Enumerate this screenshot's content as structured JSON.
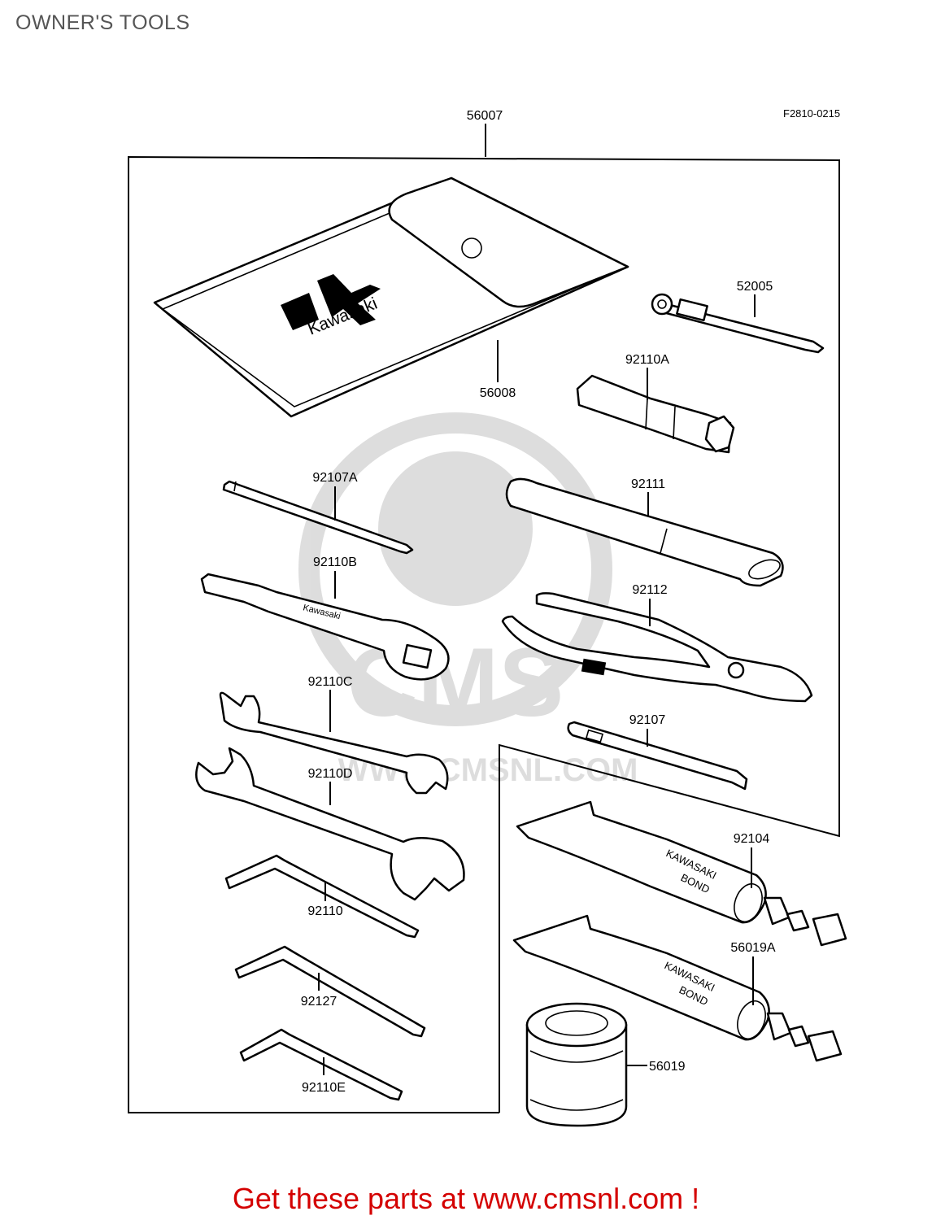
{
  "page": {
    "title": "OWNER'S TOOLS",
    "diagram_code": "F2810-0215"
  },
  "parts": {
    "kit": "56007",
    "pouch": "56008",
    "tool_52005": "52005",
    "tool_92110A": "92110A",
    "tool_92107A": "92107A",
    "tool_92111": "92111",
    "tool_92110B": "92110B",
    "tool_92112": "92112",
    "tool_92110C": "92110C",
    "tool_92107": "92107",
    "tool_92110D": "92110D",
    "tool_92104": "92104",
    "tool_92110": "92110",
    "tool_56019A": "56019A",
    "tool_92127": "92127",
    "tool_56019": "56019",
    "tool_92110E": "92110E"
  },
  "printed": {
    "brand": "Kawasaki",
    "tube_brand": "KAWASAKI",
    "tube_word": "BOND"
  },
  "watermark": {
    "logo": "CMS",
    "url": "WWW.CMSNL.COM"
  },
  "footer": {
    "text": "Get these parts at www.cmsnl.com !",
    "color": "#d40000"
  }
}
